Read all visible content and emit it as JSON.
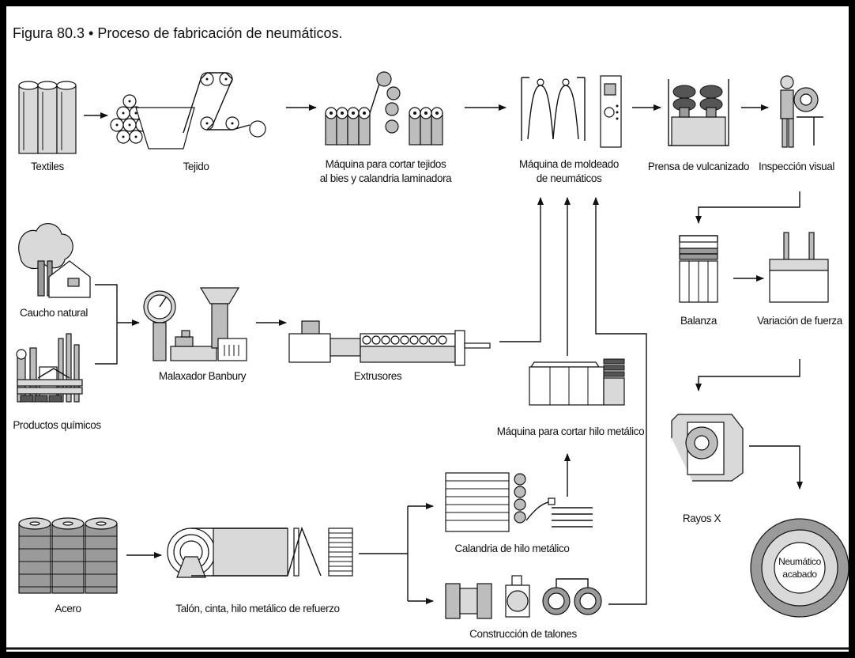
{
  "caption": "Figura 80.3 • Proceso de fabricación de neumáticos.",
  "labels": {
    "textiles": "Textiles",
    "tejido": "Tejido",
    "cortar_tejidos_1": "Máquina para cortar tejidos",
    "cortar_tejidos_2": "al bies y calandria laminadora",
    "moldeado_1": "Máquina de moldeado",
    "moldeado_2": "de neumáticos",
    "vulcanizado": "Prensa de vulcanizado",
    "inspeccion": "Inspección visual",
    "balanza": "Balanza",
    "variacion": "Variación de fuerza",
    "caucho": "Caucho natural",
    "quimicos": "Productos químicos",
    "banbury": "Malaxador Banbury",
    "extrusores": "Extrusores",
    "cortar_hilo": "Máquina para cortar hilo metálico",
    "rayos_x": "Rayos X",
    "neumatico_1": "Neumático",
    "neumatico_2": "acabado",
    "acero": "Acero",
    "talon": "Talón, cinta, hilo metálico de refuerzo",
    "calandria_hilo": "Calandria de hilo metálico",
    "construccion": "Construcción de talones"
  }
}
